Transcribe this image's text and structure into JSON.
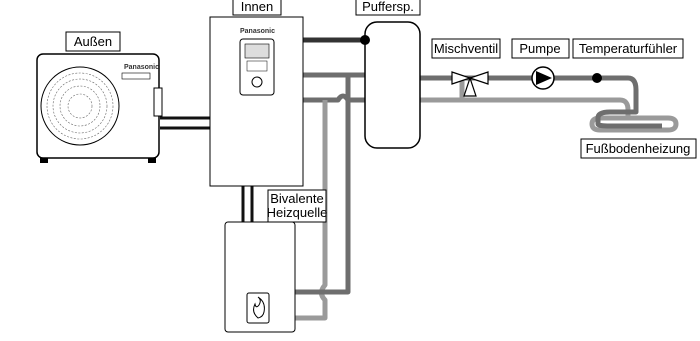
{
  "labels": {
    "outdoor": "Außen",
    "indoor": "Innen",
    "buffer": "Puffersp.",
    "mixing_valve": "Mischventil",
    "pump": "Pumpe",
    "temp_sensor": "Temperaturfühler",
    "bivalent_line1": "Bivalente",
    "bivalent_line2": "Heizquelle",
    "floor_heating": "Fußbodenheizung"
  },
  "brand": "Panasonic",
  "colors": {
    "pipe_dark": "#333333",
    "pipe_mid": "#6e6e6e",
    "pipe_light": "#9a9a9a"
  }
}
